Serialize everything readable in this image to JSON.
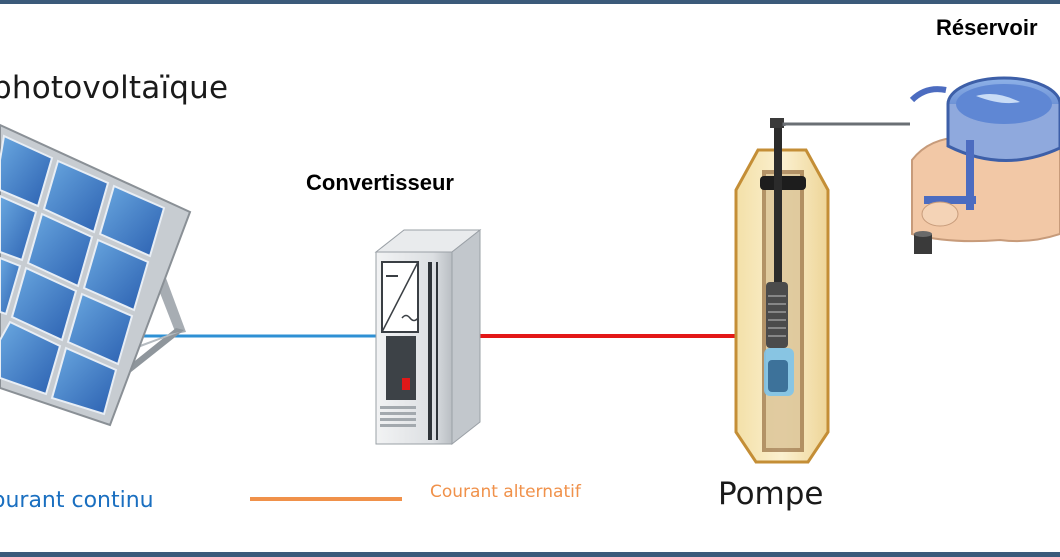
{
  "labels": {
    "photovoltaic": "photovoltaïque",
    "converter": "Convertisseur",
    "reservoir": "Réservoir",
    "pump": "Pompe",
    "dc_current": "ourant continu",
    "ac_current": "Courant alternatif"
  },
  "colors": {
    "dc_line": "#2e90d4",
    "ac_line": "#e31818",
    "ac_legend": "#f0914a",
    "frame": "#3b5a7a"
  }
}
